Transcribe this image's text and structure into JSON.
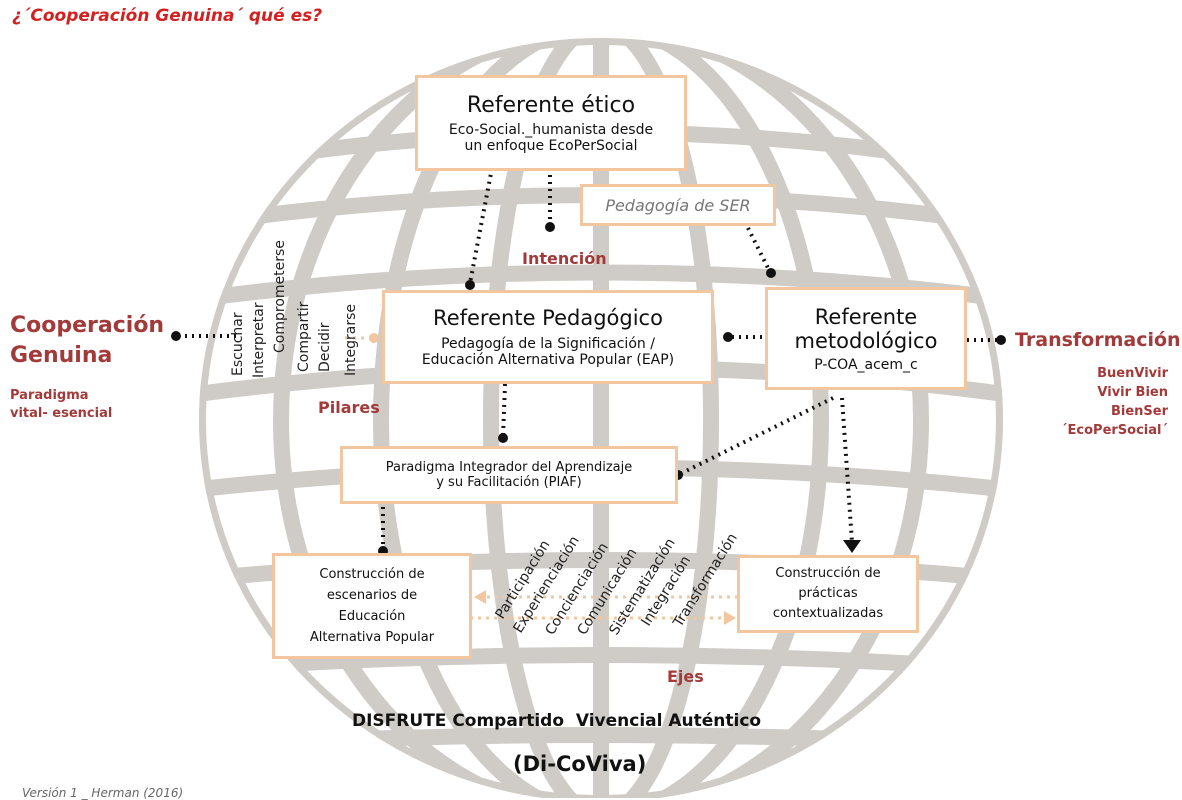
{
  "title": "¿´Cooperación Genuina´ qué es?",
  "referente_etico": {
    "title": "Referente ético",
    "line1": "Eco-Social._humanista desde",
    "line2": "un enfoque EcoPerSocial"
  },
  "pedagogia_ser": "Pedagogía de SER",
  "intencion": "Intención",
  "referente_pedagogico": {
    "title": "Referente Pedagógico",
    "line1": "Pedagogía de la Significación /",
    "line2": "Educación Alternativa Popular (EAP)"
  },
  "referente_metodologico": {
    "title1": "Referente",
    "title2": "metodológico",
    "line1": "P-COA_acem_c"
  },
  "cooperacion": {
    "line1": "Cooperación",
    "line2": "Genuina",
    "sub1": "Paradigma",
    "sub2": "vital- esencial"
  },
  "transformacion": {
    "title": "Transformación",
    "items": [
      "BuenVivir",
      "Vivir Bien",
      "BienSer",
      "´EcoPerSocial´"
    ]
  },
  "pilares_words": [
    "Escuchar",
    "Interpretar",
    "Comprometerse",
    "Compartir",
    "Decidir",
    "Integrarse"
  ],
  "pilares": "Pilares",
  "piaf": {
    "line1": "Paradigma Integrador del Aprendizaje",
    "line2": "y su Facilitación (PIAF)"
  },
  "escenarios": {
    "line1": "Construcción de",
    "line2": "escenarios de",
    "line3": "Educación",
    "line4": "Alternativa Popular"
  },
  "practicas": {
    "line1": "Construcción de",
    "line2": "prácticas",
    "line3": "contextualizadas"
  },
  "ejes_words": [
    "Participación",
    "Experienciación",
    "Concienciación",
    "Comunicación",
    "Sistematización",
    "Integración",
    "Transformación"
  ],
  "ejes": "Ejes",
  "disfrute": "DISFRUTE Compartido  Vivencial Auténtico",
  "dicoviva": "(Di-CoViva)",
  "version": "Versión 1 _ Herman (2016)",
  "colors": {
    "accent_red": "#a33a3a",
    "title_red": "#d42020",
    "box_border": "#f2c7a0",
    "globe": "#c9c6c1"
  }
}
